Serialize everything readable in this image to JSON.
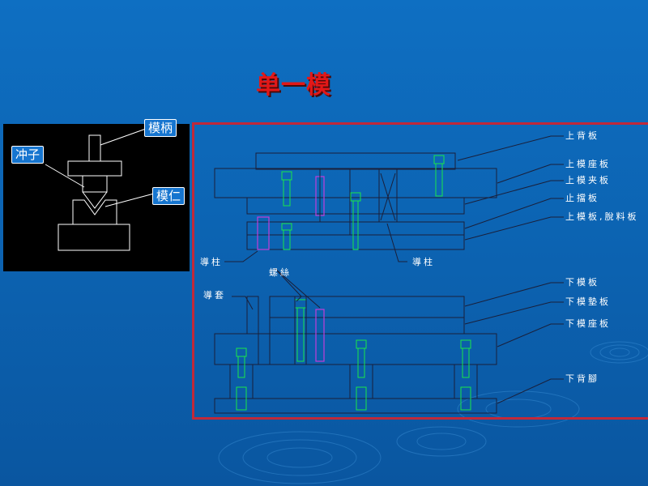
{
  "title": "单一模",
  "left_diagram": {
    "labels": {
      "handle": "模柄",
      "punch": "冲子",
      "die_insert": "模仁"
    }
  },
  "right_diagram": {
    "labels": {
      "upper_back_plate": "上背板",
      "upper_die_seat": "上模座板",
      "upper_clamp_plate": "上模夹板",
      "stop_plate": "止擋板",
      "stripper_plate": "上模板,脫料板",
      "lower_die_plate": "下模板",
      "lower_pad_plate": "下模墊板",
      "lower_die_seat": "下模座板",
      "lower_feet": "下背腳",
      "guide_post_left": "導柱",
      "guide_post_right": "導柱",
      "screw": "螺絲",
      "guide_bush": "導套"
    }
  },
  "colors": {
    "background": "#0c62b0",
    "title": "#e21818",
    "frame": "#c0293a",
    "green_parts": "#19e64a",
    "magenta_parts": "#c23cd8"
  }
}
